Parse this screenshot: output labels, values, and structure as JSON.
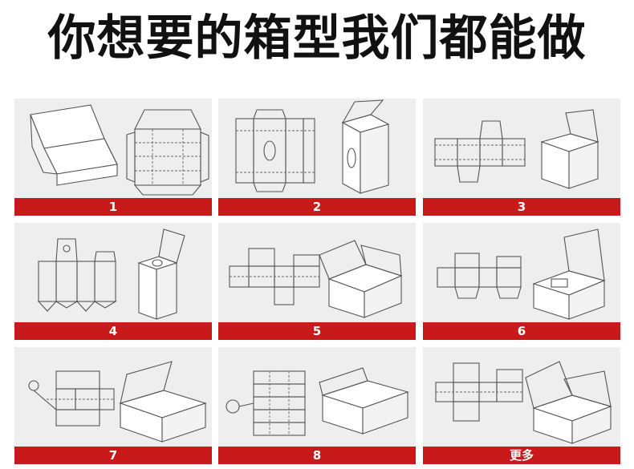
{
  "title": "你想要的箱型我们都能做",
  "accent_color": "#c81a1a",
  "boxes": [
    {
      "label": "1",
      "style": "display-tray"
    },
    {
      "label": "2",
      "style": "tissue-box"
    },
    {
      "label": "3",
      "style": "cube-box"
    },
    {
      "label": "4",
      "style": "tall-box"
    },
    {
      "label": "5",
      "style": "shipping-box"
    },
    {
      "label": "6",
      "style": "insert-box"
    },
    {
      "label": "7",
      "style": "mailer-box"
    },
    {
      "label": "8",
      "style": "mailer-box-b"
    },
    {
      "label": "更多",
      "style": "mailer-box-c"
    }
  ]
}
